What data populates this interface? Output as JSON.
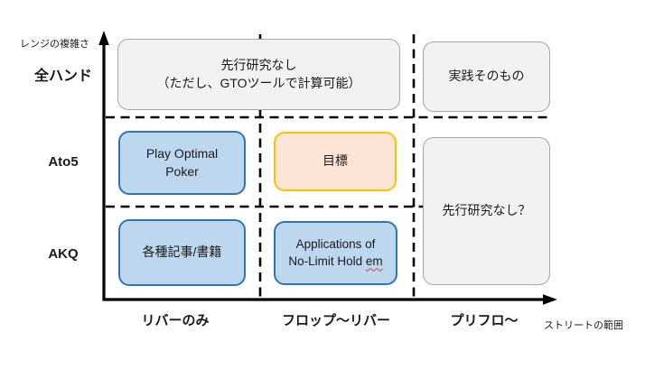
{
  "diagram": {
    "y_axis": {
      "title": "レンジの複雑さ",
      "categories": {
        "all_hands": "全ハンド",
        "ato5": "Ato5",
        "akq": "AKQ"
      }
    },
    "x_axis": {
      "title": "ストリートの範囲",
      "categories": {
        "river_only": "リバーのみ",
        "flop_to_river": "フロップ〜リバー",
        "preflop": "プリフロ〜"
      }
    },
    "boxes": {
      "no_prior_research_top": {
        "line1": "先行研究なし",
        "line2": "（ただし、GTOツールで計算可能）",
        "style": "gray"
      },
      "practice_itself": {
        "label": "実践そのもの",
        "style": "gray"
      },
      "play_optimal_poker": {
        "label": "Play Optimal Poker",
        "style": "blue"
      },
      "goal": {
        "label": "目標",
        "style": "orange"
      },
      "no_prior_research_question": {
        "label": "先行研究なし？",
        "style": "gray"
      },
      "articles_books": {
        "label": "各種記事/書籍",
        "style": "blue"
      },
      "applications_nlhe": {
        "line1": "Applications of",
        "line2_text": "No-Limit Hold",
        "line2_misspelled": "em",
        "style": "blue"
      }
    },
    "colors": {
      "gray_fill": "#F2F2F2",
      "gray_border": "#A6A6A6",
      "blue_fill": "#BDD7EE",
      "blue_border": "#2E75B6",
      "orange_fill": "#FCE4D6",
      "orange_border": "#FFC000",
      "axis": "#000000",
      "misspelling_underline": "#E03C31"
    }
  }
}
